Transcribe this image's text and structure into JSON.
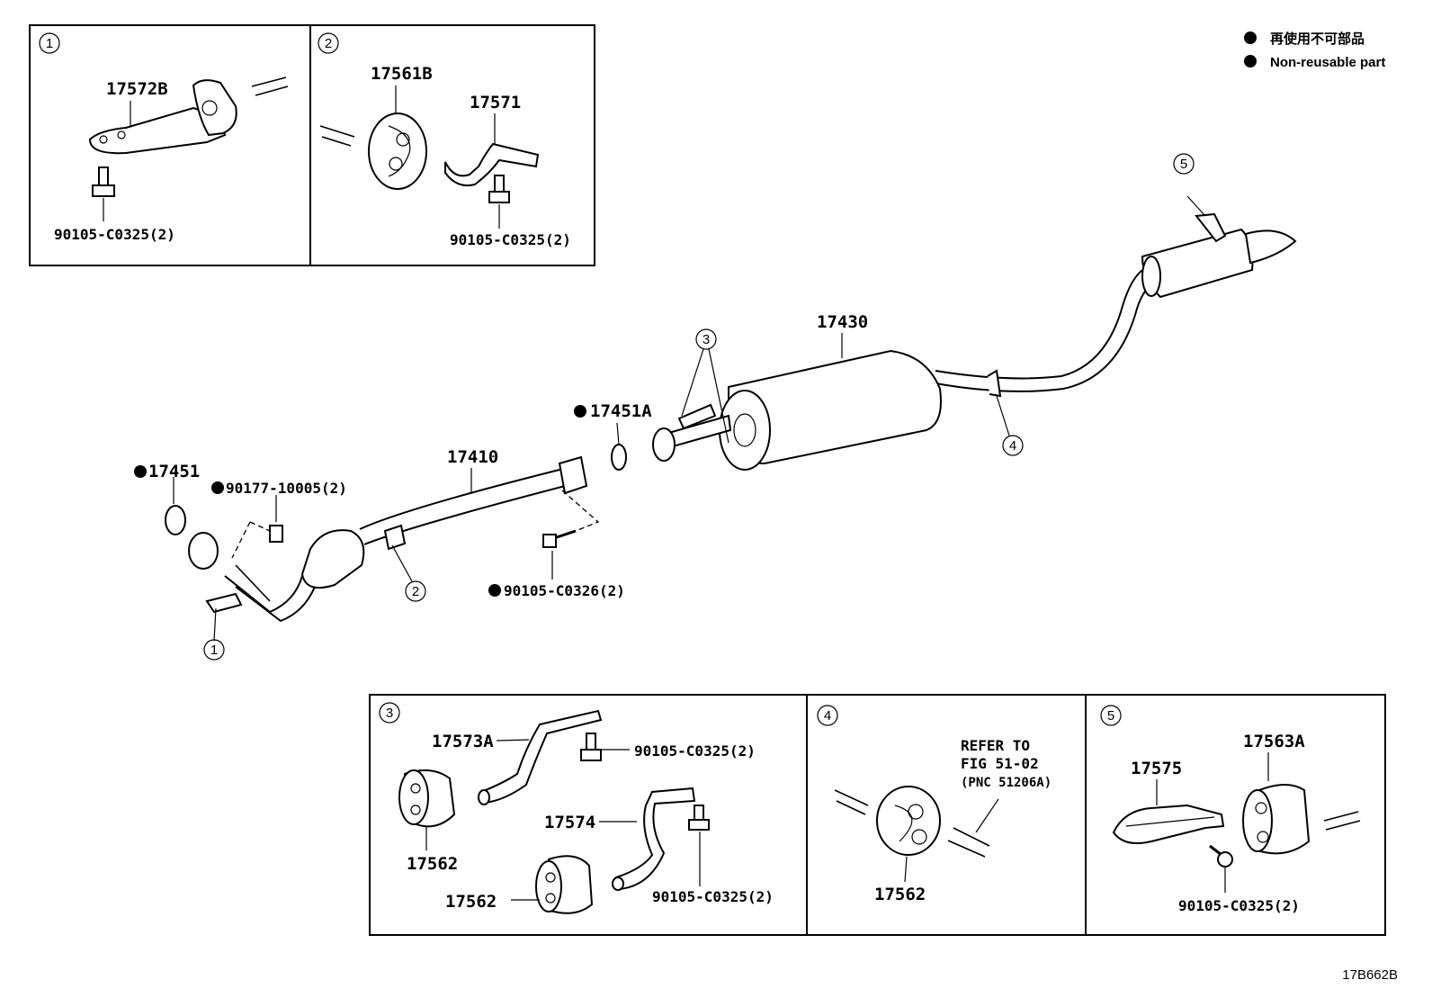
{
  "legend": {
    "jp": "再使用不可部品",
    "en": "Non-reusable part"
  },
  "figure_id": "17B662B",
  "callouts": {
    "c1": "1",
    "c2": "2",
    "c3": "3",
    "c4": "4",
    "c5": "5"
  },
  "parts": {
    "p17572B": "17572B",
    "p17561B": "17561B",
    "p17571": "17571",
    "p90105_c0325_2": "90105-C0325(2)",
    "p17430": "17430",
    "p17451A": "17451A",
    "p17410": "17410",
    "p17451": "17451",
    "p90177_10005_2": "90177-10005(2)",
    "p90105_c0326_2": "90105-C0326(2)",
    "p17573A": "17573A",
    "p17562": "17562",
    "p17574": "17574",
    "p17575": "17575",
    "p17563A": "17563A"
  },
  "refer_note": {
    "line1": "REFER TO",
    "line2": "FIG 51-02",
    "line3": "(PNC 51206A)"
  },
  "colors": {
    "ink": "#000000",
    "background": "#ffffff"
  }
}
